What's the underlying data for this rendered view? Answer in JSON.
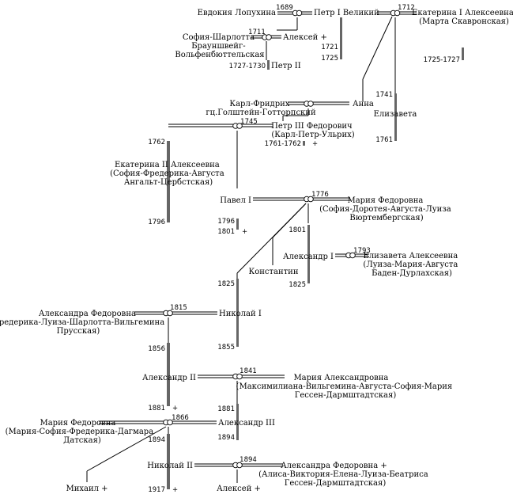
{
  "tree": {
    "persons": [
      {
        "id": "evdokia",
        "lines": [
          "Евдокия Лопухина"
        ]
      },
      {
        "id": "petr1",
        "lines": [
          "Петр I Великий"
        ]
      },
      {
        "id": "ekaterina1",
        "lines": [
          "Екатерина I Алексеевна",
          "(Марта Скавронская)"
        ]
      },
      {
        "id": "sofia_charlotte",
        "lines": [
          "София-Шарлотта",
          "Брауншвейг-",
          "Вольфенбюттельская"
        ]
      },
      {
        "id": "aleksei_p",
        "lines": [
          "Алексей +"
        ]
      },
      {
        "id": "petr2",
        "lines": [
          "Петр II"
        ]
      },
      {
        "id": "karl_friedrich",
        "lines": [
          "Карл-Фридрих",
          "гц.Голштейн-Готторпский"
        ]
      },
      {
        "id": "anna",
        "lines": [
          "Анна"
        ]
      },
      {
        "id": "elizaveta",
        "lines": [
          "Елизавета"
        ]
      },
      {
        "id": "petr3",
        "lines": [
          "Петр III Федорович",
          "(Карл-Петр-Ульрих)"
        ]
      },
      {
        "id": "ekaterina2",
        "lines": [
          "Екатерина II Алексеевна",
          "(София-Фредерика-Августа",
          "Ангальт-Цербстская)"
        ]
      },
      {
        "id": "pavel1",
        "lines": [
          "Павел I"
        ]
      },
      {
        "id": "maria_f1",
        "lines": [
          "Мария Федоровна",
          "(София-Доротея-Августа-Луиза",
          "Вюртембергская)"
        ]
      },
      {
        "id": "konstantin",
        "lines": [
          "Константин"
        ]
      },
      {
        "id": "aleksandr1",
        "lines": [
          "Александр I"
        ]
      },
      {
        "id": "elizaveta_a",
        "lines": [
          "Елизавета Алексеевна",
          "(Луиза-Мария-Августа",
          "Баден-Дурлахская)"
        ]
      },
      {
        "id": "aleksandra_f1",
        "lines": [
          "Александра Федоровна",
          "(Фредерика-Луиза-Шарлотта-Вильгемина",
          "Прусская)"
        ]
      },
      {
        "id": "nikolai1",
        "lines": [
          "Николай I"
        ]
      },
      {
        "id": "aleksandr2",
        "lines": [
          "Александр II"
        ]
      },
      {
        "id": "maria_a",
        "lines": [
          "Мария Александровна",
          "(Максимилиана-Вильгемина-Августа-София-Мария",
          "Гессен-Дармштадтская)"
        ]
      },
      {
        "id": "maria_f2",
        "lines": [
          "Мария Федоровна",
          "(Мария-София-Фредерика-Дагмара",
          "Датская)"
        ]
      },
      {
        "id": "aleksandr3",
        "lines": [
          "Александр III"
        ]
      },
      {
        "id": "nikolai2",
        "lines": [
          "Николай II"
        ]
      },
      {
        "id": "aleksandra_f2",
        "lines": [
          "Александра Федоровна +",
          "(Алиса-Виктория-Елена-Луиза-Беатриса",
          "Гессен-Дармштадтская)"
        ]
      },
      {
        "id": "mikhail",
        "lines": [
          "Михаил +"
        ]
      },
      {
        "id": "aleksei_n",
        "lines": [
          "Алексей +"
        ]
      }
    ],
    "marriage_years": [
      {
        "id": "m_1689",
        "text": "1689"
      },
      {
        "id": "m_1712",
        "text": "1712"
      },
      {
        "id": "m_1711",
        "text": "1711"
      },
      {
        "id": "m_1745",
        "text": "1745"
      },
      {
        "id": "m_1776",
        "text": "1776"
      },
      {
        "id": "m_1793",
        "text": "1793"
      },
      {
        "id": "m_1815",
        "text": "1815"
      },
      {
        "id": "m_1841",
        "text": "1841"
      },
      {
        "id": "m_1866",
        "text": "1866"
      },
      {
        "id": "m_1894",
        "text": "1894"
      }
    ],
    "reign_years": [
      {
        "id": "r_1721",
        "text": "1721"
      },
      {
        "id": "r_1725",
        "text": "1725"
      },
      {
        "id": "r_1725_1727",
        "text": "1725-1727"
      },
      {
        "id": "r_1727_1730",
        "text": "1727-1730"
      },
      {
        "id": "r_1741",
        "text": "1741"
      },
      {
        "id": "r_1761",
        "text": "1761"
      },
      {
        "id": "r_1761_1762",
        "text": "1761-1762"
      },
      {
        "id": "r_1762",
        "text": "1762"
      },
      {
        "id": "r_1796a",
        "text": "1796"
      },
      {
        "id": "r_1796b",
        "text": "1796"
      },
      {
        "id": "r_1801a",
        "text": "1801"
      },
      {
        "id": "r_1801b",
        "text": "1801"
      },
      {
        "id": "r_1825a",
        "text": "1825"
      },
      {
        "id": "r_1825b",
        "text": "1825"
      },
      {
        "id": "r_1855",
        "text": "1855"
      },
      {
        "id": "r_1856",
        "text": "1856"
      },
      {
        "id": "r_1881a",
        "text": "1881"
      },
      {
        "id": "r_1881b",
        "text": "1881"
      },
      {
        "id": "r_1894a",
        "text": "1894"
      },
      {
        "id": "r_1894b",
        "text": "1894"
      },
      {
        "id": "r_1917",
        "text": "1917"
      }
    ],
    "plus_marks": [
      {
        "id": "plus_petr3",
        "text": "+"
      },
      {
        "id": "plus_pavel1",
        "text": "+"
      },
      {
        "id": "plus_aleksandr2",
        "text": "+"
      },
      {
        "id": "plus_nikolai2",
        "text": "+"
      }
    ]
  }
}
